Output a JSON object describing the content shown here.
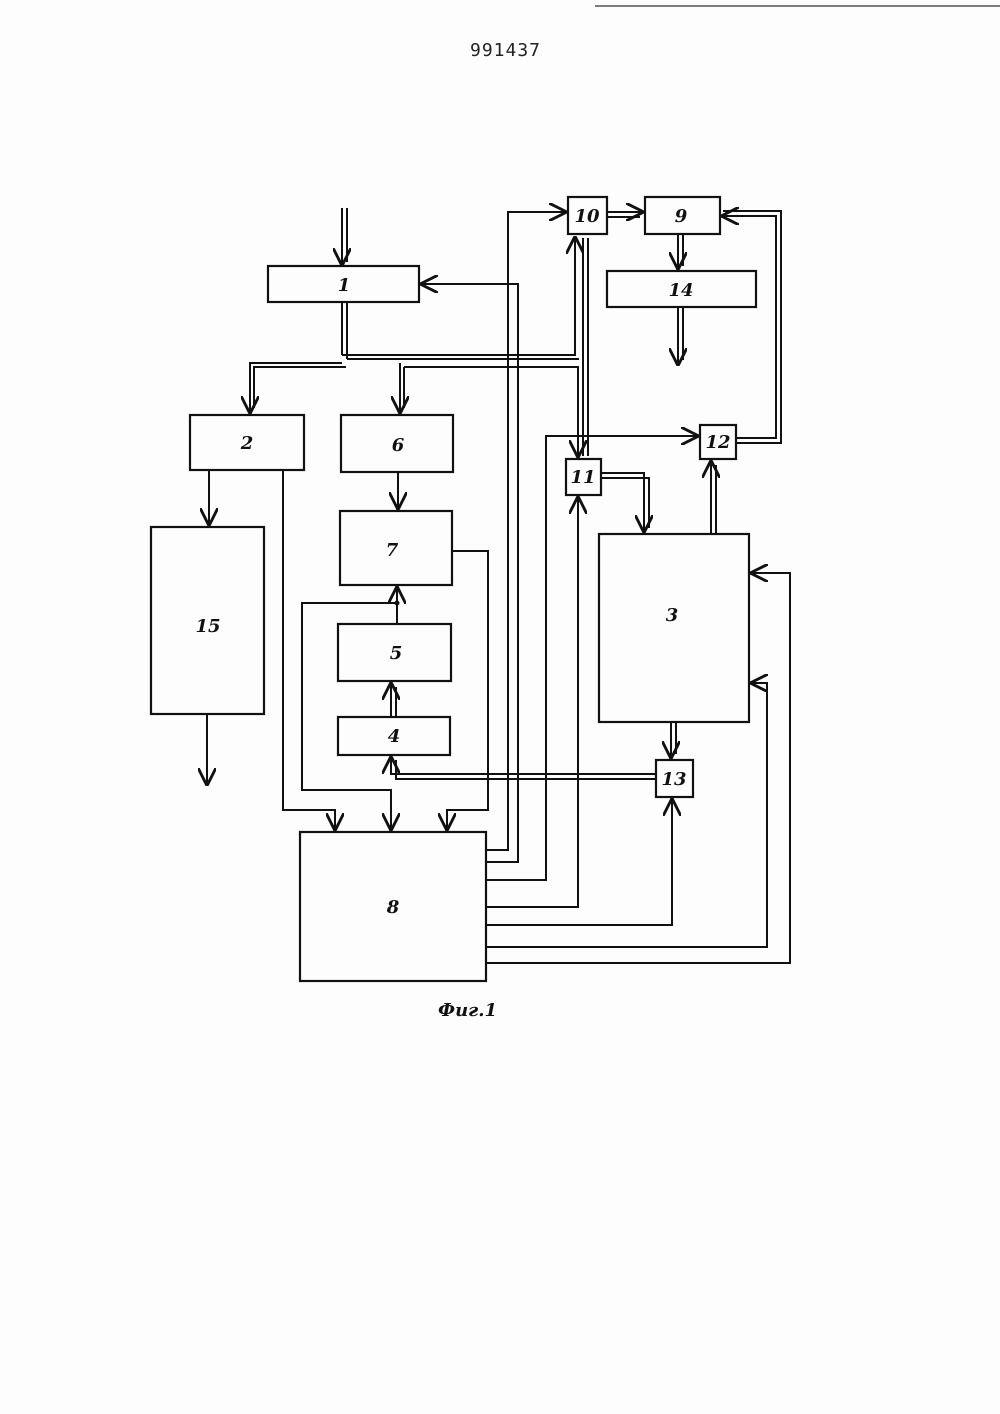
{
  "document": {
    "patent_number": "991437",
    "figure_caption": "Фиг.1"
  },
  "diagram": {
    "blocks": [
      {
        "id": "block-1",
        "label": "1"
      },
      {
        "id": "block-2",
        "label": "2"
      },
      {
        "id": "block-3",
        "label": "3"
      },
      {
        "id": "block-4",
        "label": "4"
      },
      {
        "id": "block-5",
        "label": "5"
      },
      {
        "id": "block-6",
        "label": "6"
      },
      {
        "id": "block-7",
        "label": "7"
      },
      {
        "id": "block-8",
        "label": "8"
      },
      {
        "id": "block-9",
        "label": "9"
      },
      {
        "id": "block-10",
        "label": "10"
      },
      {
        "id": "block-11",
        "label": "11"
      },
      {
        "id": "block-12",
        "label": "12"
      },
      {
        "id": "block-13",
        "label": "13"
      },
      {
        "id": "block-14",
        "label": "14"
      },
      {
        "id": "block-15",
        "label": "15"
      }
    ]
  }
}
